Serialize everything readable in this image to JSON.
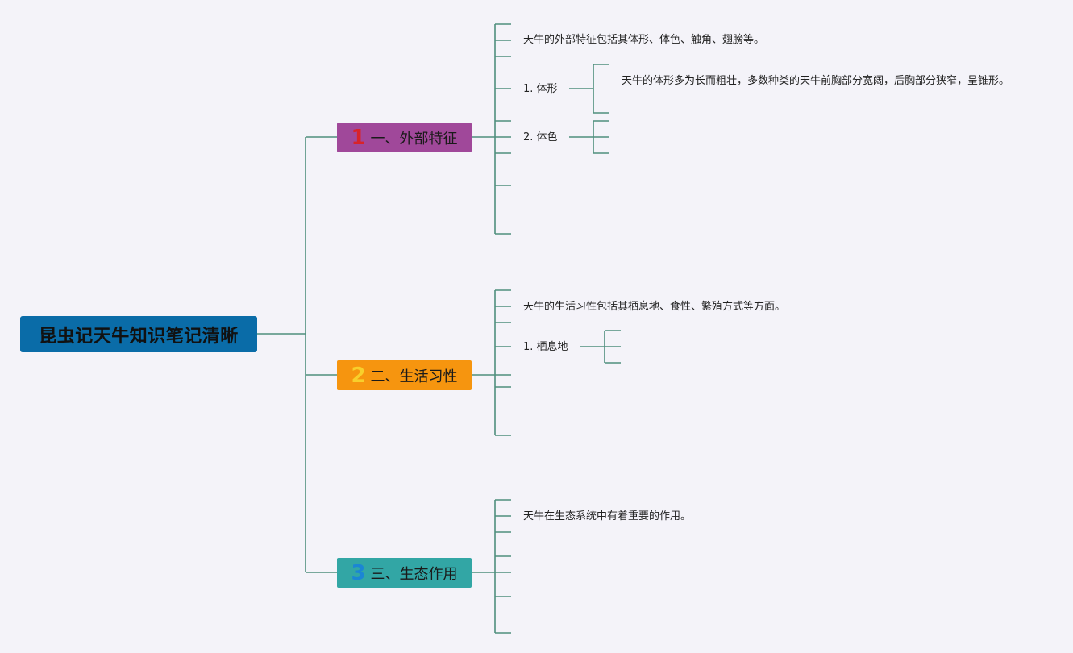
{
  "root": {
    "title": "昆虫记天牛知识笔记清晰"
  },
  "branches": [
    {
      "number": "1",
      "label": "一、外部特征",
      "summary": "天牛的外部特征包括其体形、体色、触角、翅膀等。",
      "sub1": {
        "label": "1. 体形",
        "text": "天牛的体形多为长而粗壮，多数种类的天牛前胸部分宽阔，后胸部分狭窄，呈锥形。"
      },
      "sub2": {
        "label": "2. 体色"
      }
    },
    {
      "number": "2",
      "label": "二、生活习性",
      "summary": "天牛的生活习性包括其栖息地、食性、繁殖方式等方面。",
      "sub1": {
        "label": "1. 栖息地"
      }
    },
    {
      "number": "3",
      "label": "三、生态作用",
      "summary": "天牛在生态系统中有着重要的作用。"
    }
  ],
  "colors": {
    "connector": "#4f8f7d",
    "root": "#0a6ca8",
    "branch1": "#a0489a",
    "branch2": "#f6950f",
    "branch3": "#32a6a5"
  }
}
